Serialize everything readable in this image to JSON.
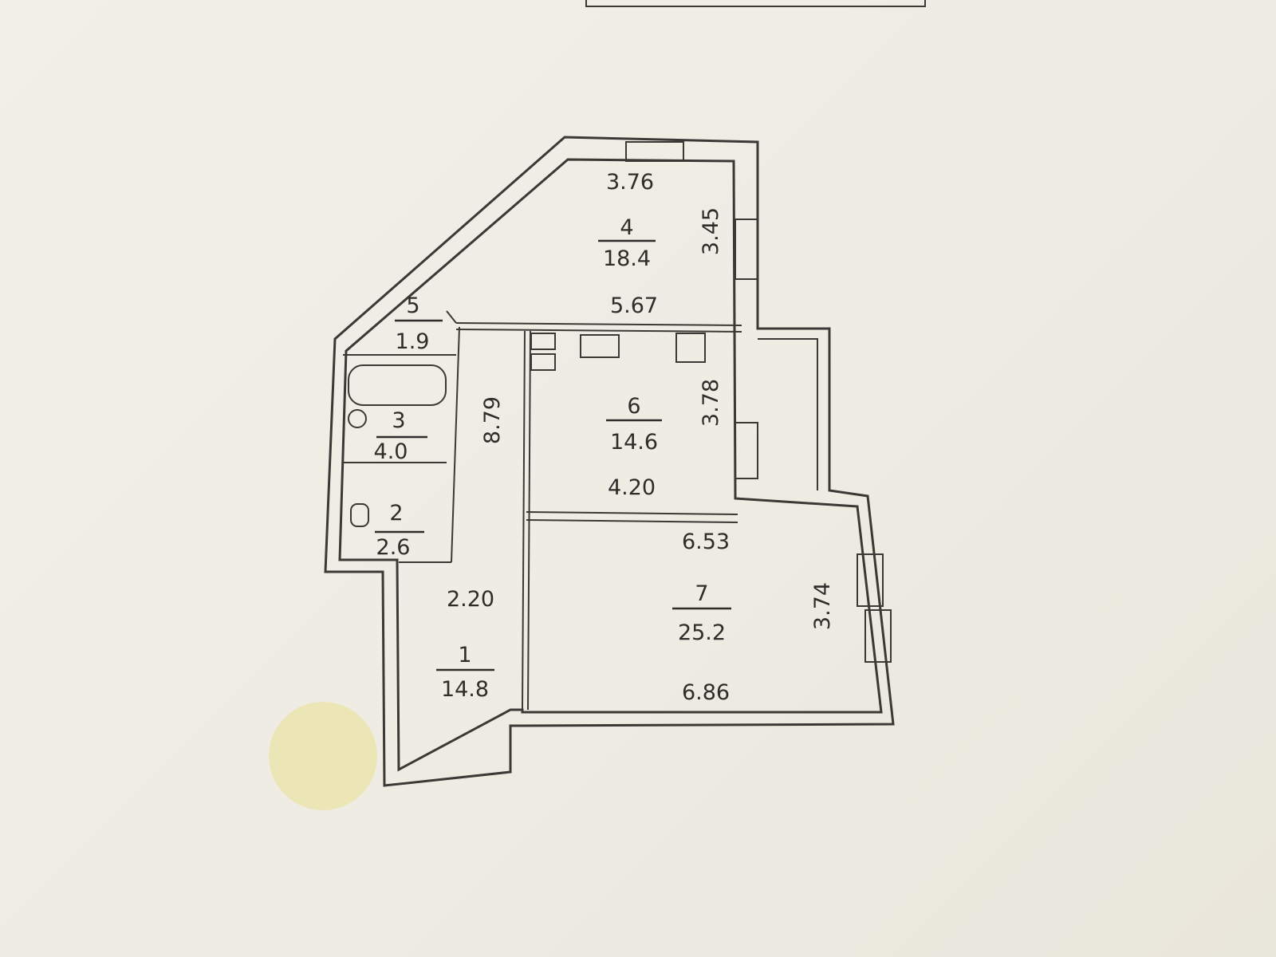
{
  "rooms": [
    {
      "number": "1",
      "area": "14.8"
    },
    {
      "number": "2",
      "area": "2.6"
    },
    {
      "number": "3",
      "area": "4.0"
    },
    {
      "number": "4",
      "area": "18.4"
    },
    {
      "number": "5",
      "area": "1.9"
    },
    {
      "number": "6",
      "area": "14.6"
    },
    {
      "number": "7",
      "area": "25.2"
    }
  ],
  "dimensions": {
    "room4_top": "3.76",
    "room4_right": "3.45",
    "room4_bottom": "5.67",
    "corridor_length": "8.79",
    "room6_right": "3.78",
    "room6_bottom": "4.20",
    "room7_top": "6.53",
    "room7_right": "3.74",
    "room7_bottom": "6.86",
    "hall_width": "2.20"
  },
  "colors": {
    "paper": "#efede5",
    "ink": "#3a3935",
    "marker": "#ece5b5"
  }
}
